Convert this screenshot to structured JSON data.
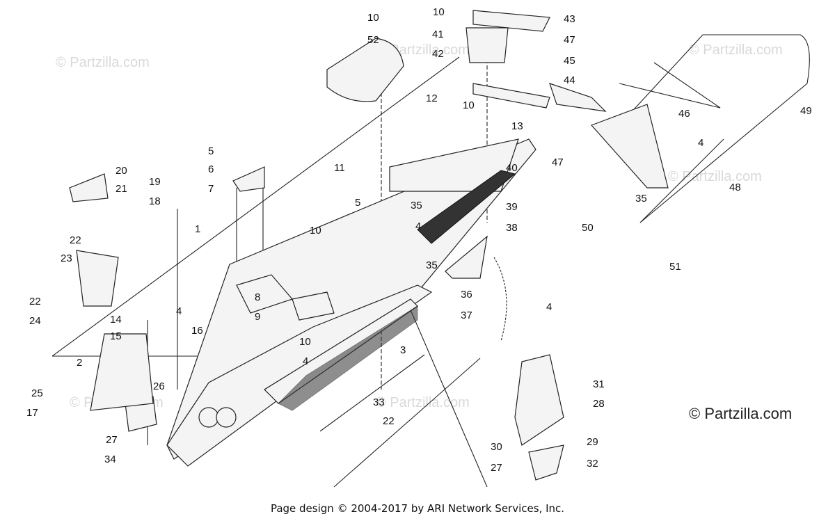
{
  "watermarks": [
    "© Partzilla.com",
    "© Partzilla.com",
    "© Partzilla.com",
    "© Partzilla.com",
    "© Partzilla.com",
    "© Partzilla.com"
  ],
  "brand": "© Partzilla.com",
  "footer": "Page design © 2004-2017 by ARI Network Services, Inc.",
  "callouts": [
    "10",
    "52",
    "10",
    "43",
    "41",
    "42",
    "47",
    "45",
    "44",
    "12",
    "10",
    "13",
    "46",
    "49",
    "4",
    "5",
    "6",
    "7",
    "20",
    "19",
    "21",
    "18",
    "11",
    "5",
    "35",
    "40",
    "39",
    "38",
    "47",
    "48",
    "35",
    "50",
    "51",
    "1",
    "10",
    "4",
    "22",
    "23",
    "35",
    "36",
    "37",
    "4",
    "8",
    "9",
    "22",
    "24",
    "14",
    "15",
    "4",
    "16",
    "10",
    "3",
    "2",
    "4",
    "25",
    "17",
    "26",
    "27",
    "34",
    "33",
    "22",
    "31",
    "28",
    "29",
    "30",
    "27",
    "32"
  ]
}
